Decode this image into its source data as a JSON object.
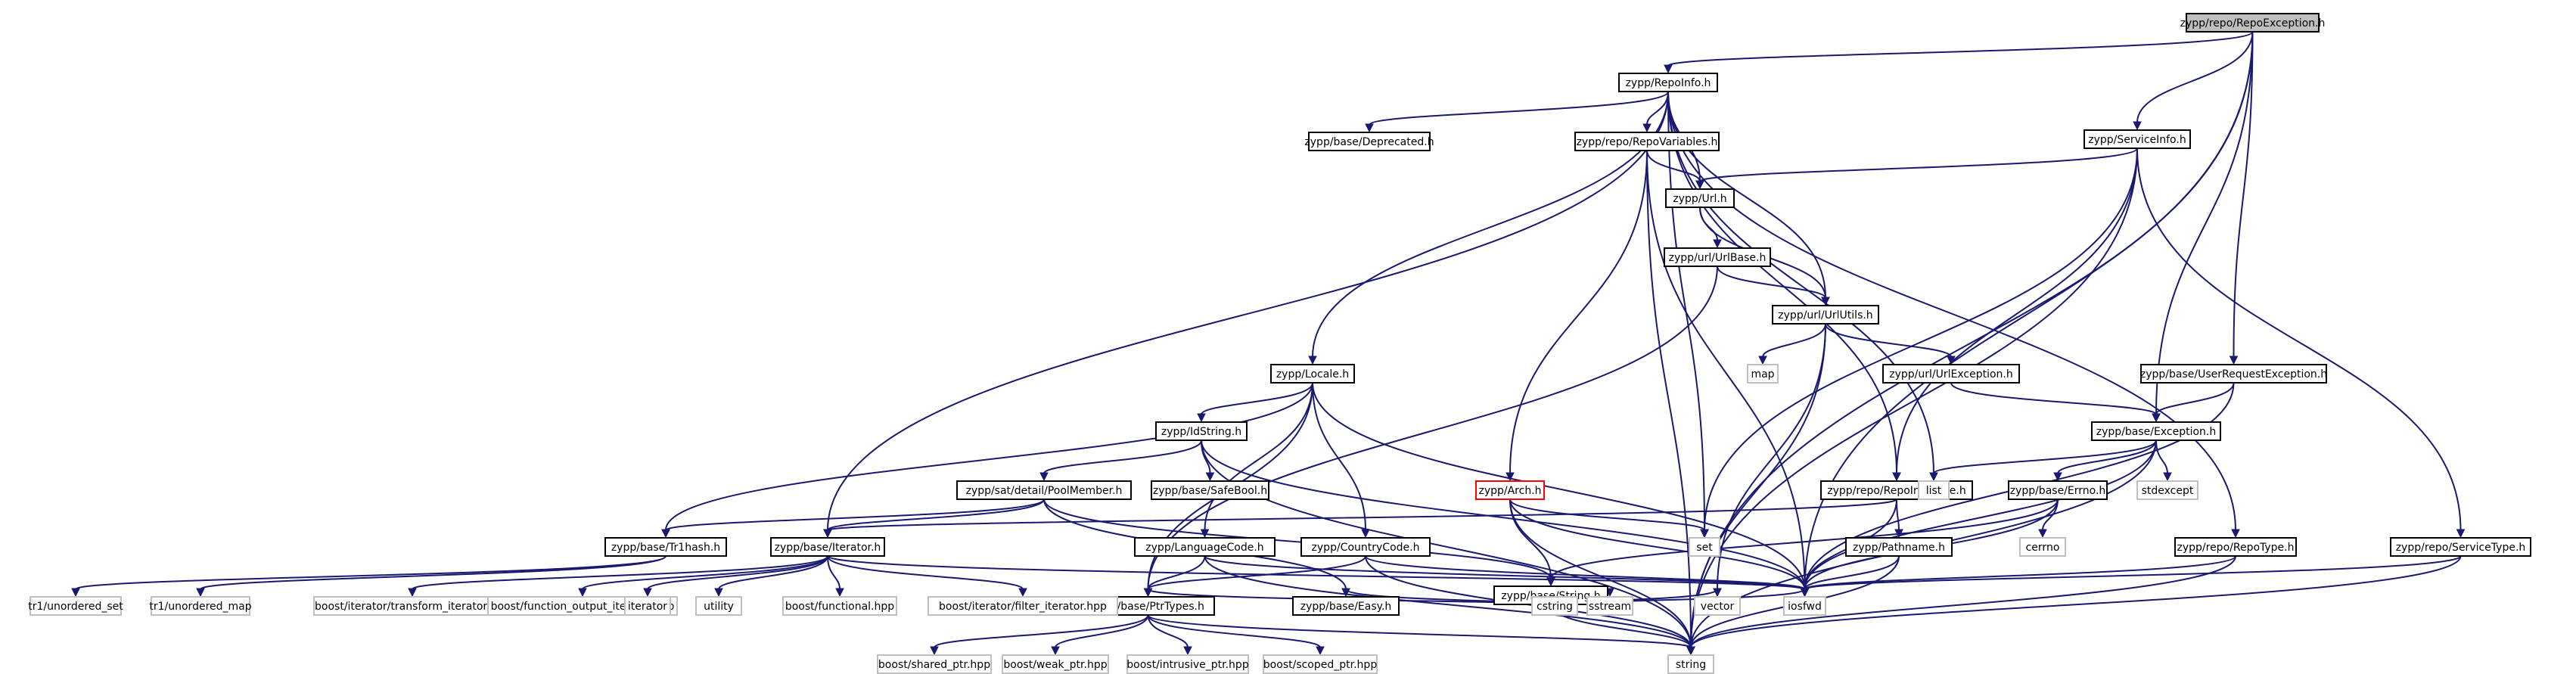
{
  "colors": {
    "edge": "#191970",
    "root_fill": "#bfbfbf",
    "system_border": "#bfbfbf",
    "highlight_border": "#ff0000"
  },
  "nodes": {
    "root": "zypp/repo/RepoException.h",
    "repoinfo": "zypp/RepoInfo.h",
    "serviceinfo": "zypp/ServiceInfo.h",
    "deprecated": "zypp/base/Deprecated.h",
    "repovariables": "zypp/repo/RepoVariables.h",
    "url": "zypp/Url.h",
    "urlbase": "zypp/url/UrlBase.h",
    "urlutils": "zypp/url/UrlUtils.h",
    "map": "map",
    "urlexception": "zypp/url/UrlException.h",
    "userrequestexception": "zypp/base/UserRequestException.h",
    "exception": "zypp/base/Exception.h",
    "locale": "zypp/Locale.h",
    "idstring": "zypp/IdString.h",
    "safebool": "zypp/base/SafeBool.h",
    "poolmember": "zypp/sat/detail/PoolMember.h",
    "arch": "zypp/Arch.h",
    "repoinfobase": "zypp/repo/RepoInfoBase.h",
    "list": "list",
    "stdexcept": "stdexcept",
    "errno": "zypp/base/Errno.h",
    "set": "set",
    "errno_h": "cerrno",
    "pathname": "zypp/Pathname.h",
    "repotype": "zypp/repo/RepoType.h",
    "servicetype": "zypp/repo/ServiceType.h",
    "tr1hash": "zypp/base/Tr1hash.h",
    "iterator_h": "zypp/base/Iterator.h",
    "languagecode": "zypp/LanguageCode.h",
    "countrycode": "zypp/CountryCode.h",
    "string_h": "zypp/base/String.h",
    "cstring": "cstring",
    "sstream": "sstream",
    "vector": "vector",
    "iosfwd": "iosfwd",
    "easy": "zypp/base/Easy.h",
    "ptrtypes": "zypp/base/PtrTypes.h",
    "tr1_unordered_set": "tr1/unordered_set",
    "tr1_unordered_map": "tr1/unordered_map",
    "transform_iterator": "boost/iterator/transform_iterator.hpp",
    "function_output_iterator": "boost/function_output_iterator.hpp",
    "iterator": "iterator",
    "utility": "utility",
    "functional": "boost/functional.hpp",
    "filter_iterator": "boost/iterator/filter_iterator.hpp",
    "shared_ptr": "boost/shared_ptr.hpp",
    "weak_ptr": "boost/weak_ptr.hpp",
    "intrusive_ptr": "boost/intrusive_ptr.hpp",
    "scoped_ptr": "boost/scoped_ptr.hpp",
    "string": "string"
  }
}
